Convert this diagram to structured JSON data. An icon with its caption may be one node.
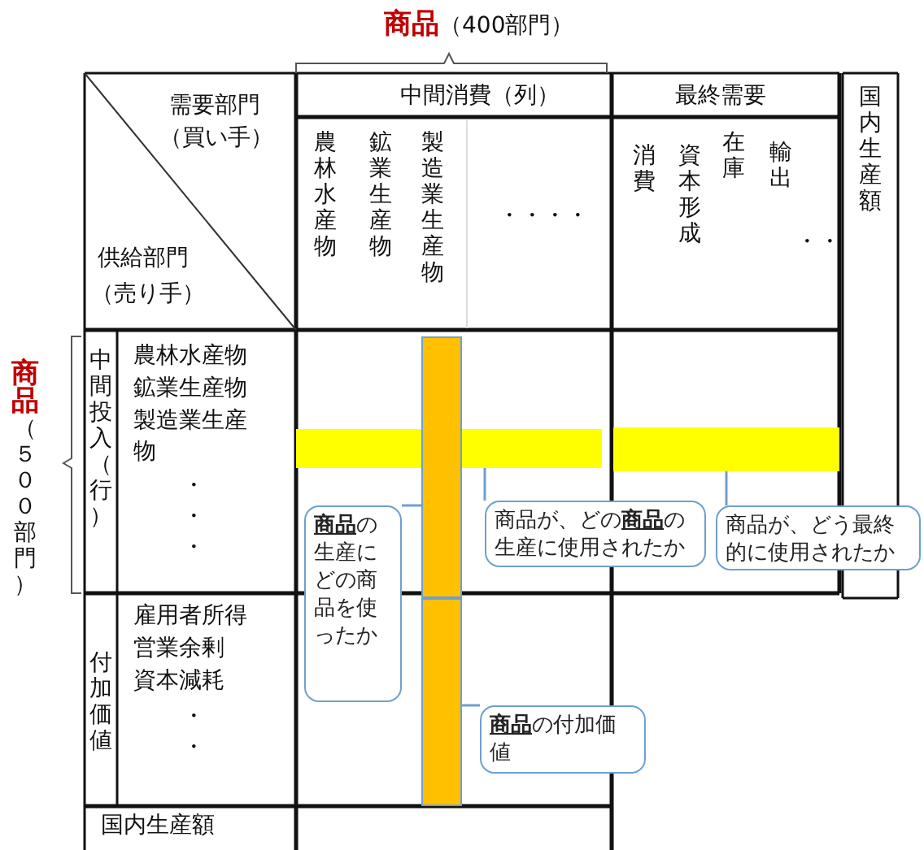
{
  "diagram": {
    "nodes": [
      {
        "text": [],
        "shape": "bar"
      },
      {
        "text": [],
        "shape": "bar"
      },
      {
        "text": [],
        "shape": "bar"
      },
      {
        "text": [
          "**商品**の生産にどの商品を使ったか"
        ]
      },
      {
        "text": [
          "商品が、どの**商品**の生産に使用されたか"
        ]
      },
      {
        "text": [
          "商品が、どう最終的に使用されたか"
        ]
      },
      {
        "text": [],
        "shape": "bar"
      },
      {
        "text": [
          "**商品**の付加価値"
        ]
      }
    ],
    "edges": [
      {
        "from": 3,
        "to": 0,
        "arrow": "none"
      },
      {
        "from": 4,
        "to": 1,
        "arrow": "none"
      },
      {
        "from": 5,
        "to": 2,
        "arrow": "none"
      },
      {
        "from": 7,
        "to": 6,
        "arrow": "none"
      }
    ],
    "labels": [
      "**商品**（400部門）",
      "需要部門",
      "（買い手）",
      "中間消費（列）",
      "最終需要",
      "農林水産物",
      "鉱業生産物",
      "製造業生産物",
      "・・・・",
      "消費",
      "資本形成",
      "在庫",
      "輸出",
      "・・",
      "国内生産額",
      "供給部門",
      "（売り手）",
      "**商品**（５００部門）",
      "中間投入（行）",
      "農林水産物",
      "鉱業生産物",
      "製造業生産物",
      "・",
      "・",
      "・",
      "付加価値",
      "雇用者所得",
      "営業余剰",
      "資本減耗",
      "・",
      "・",
      "国内生産額"
    ]
  }
}
